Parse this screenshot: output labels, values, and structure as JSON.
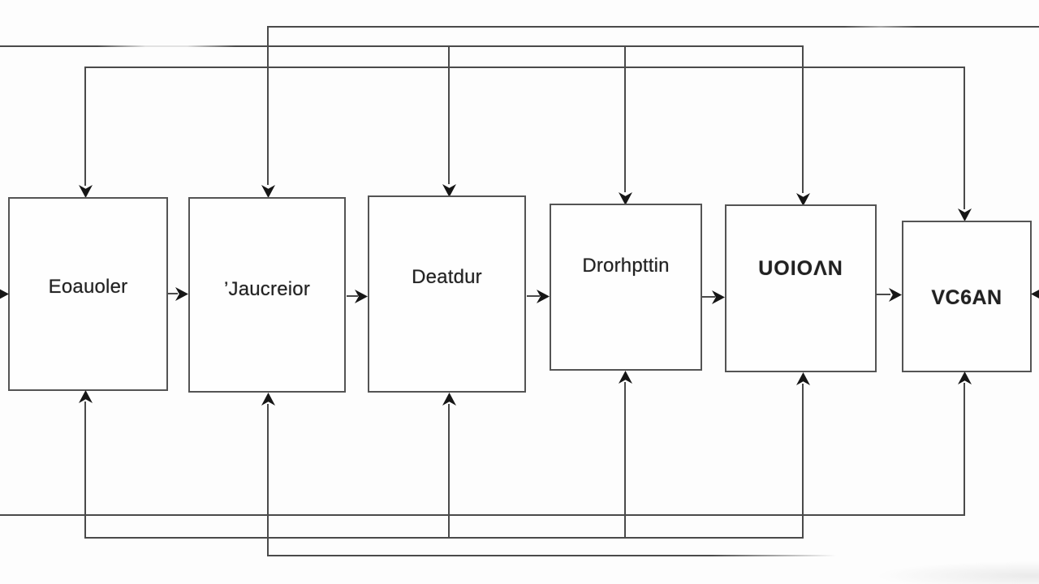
{
  "diagram": {
    "type": "flowchart",
    "boxes": [
      {
        "label": "Eoauoler"
      },
      {
        "label": "’Jaucreior"
      },
      {
        "label": "Deatdur"
      },
      {
        "label": "Drorhpttin"
      },
      {
        "label": "UOIOΛN"
      },
      {
        "label": "VC6AN"
      }
    ],
    "colors": {
      "background": "#fdfdfd",
      "line": "#4a4a4a",
      "arrow": "#161616",
      "box_border": "#545454",
      "box_fill": "#fefefe",
      "text": "#212121"
    }
  }
}
